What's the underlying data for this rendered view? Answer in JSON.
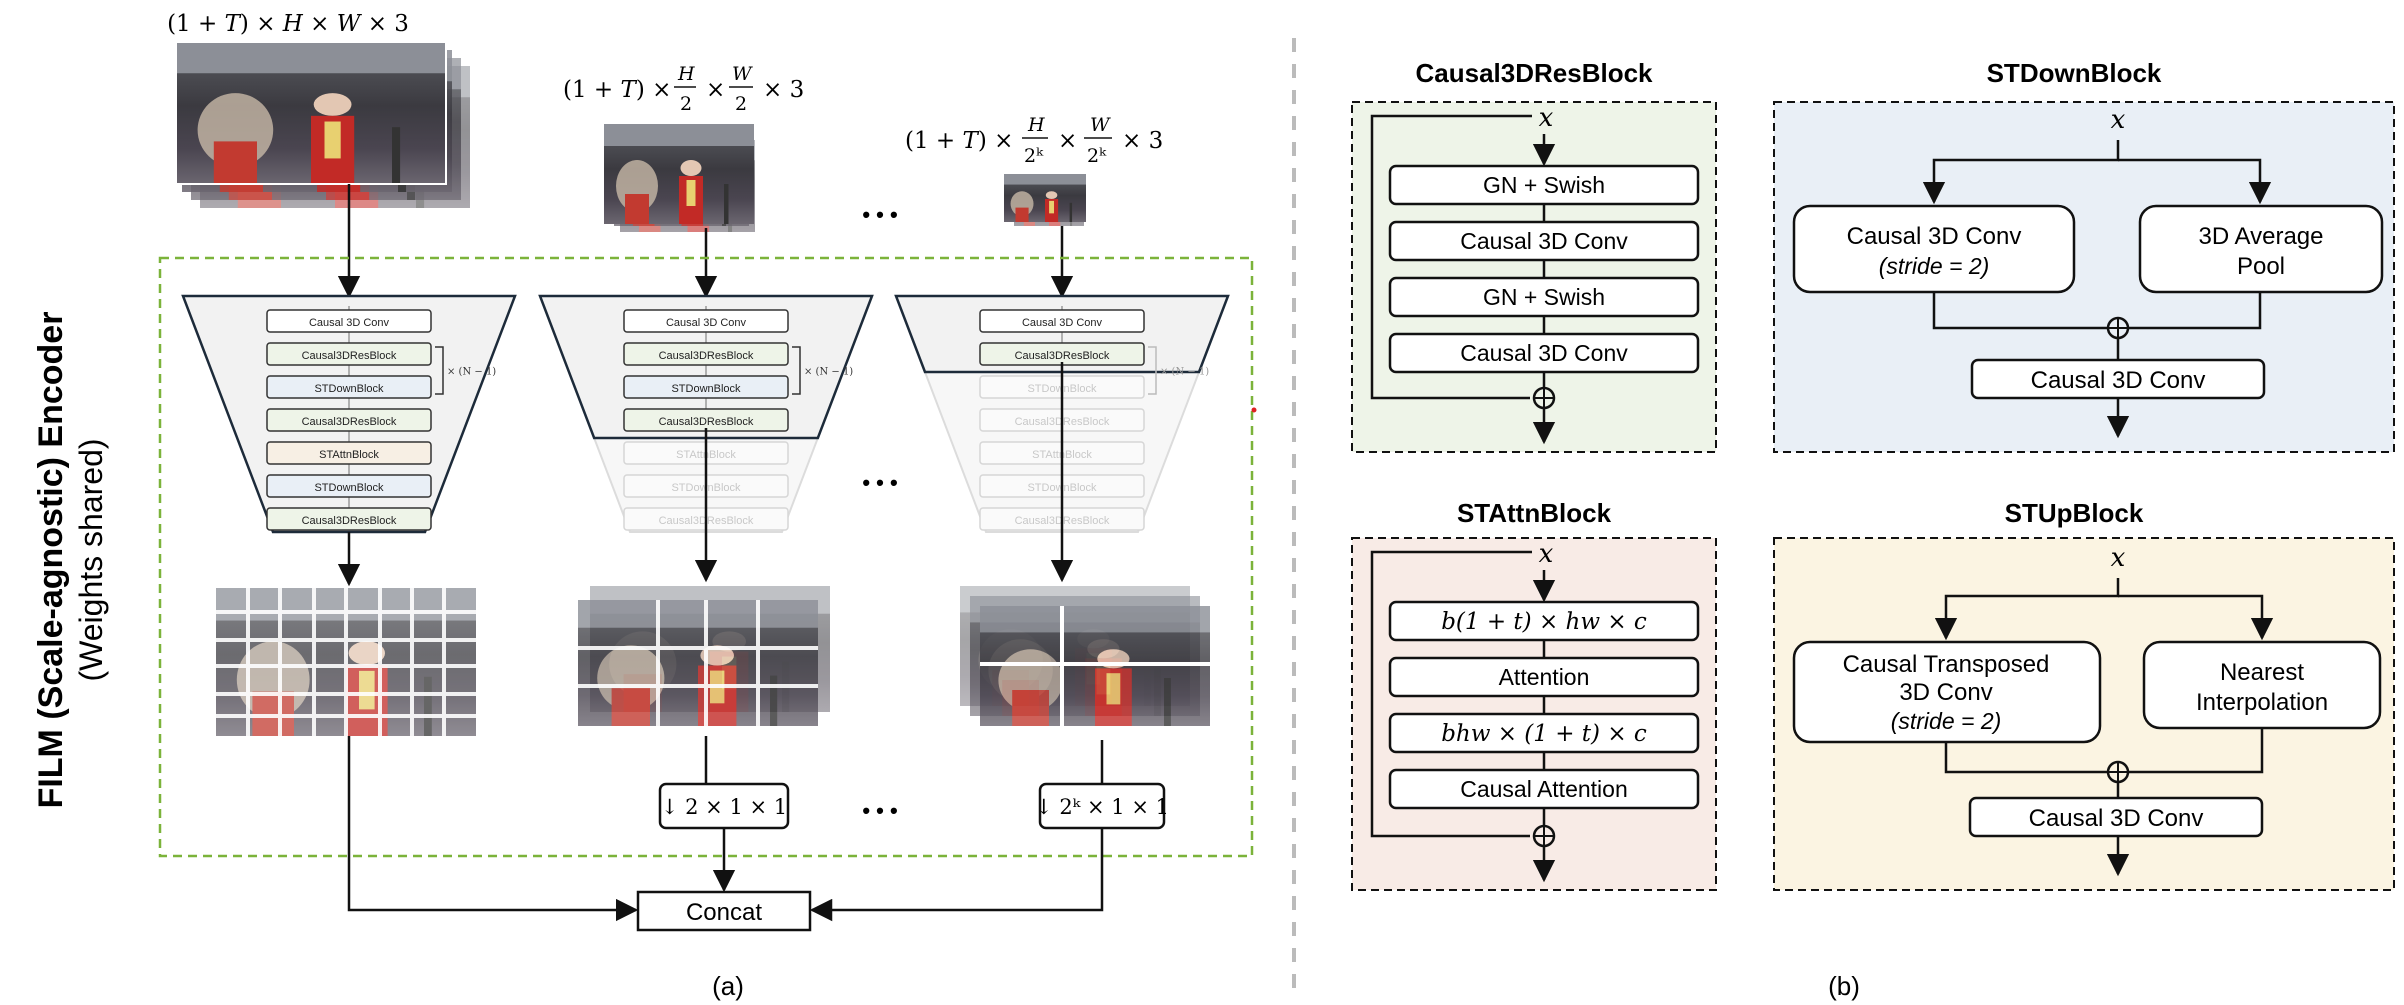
{
  "left_panel": {
    "vertical_title": "FILM (Scale-agnostic) Encoder",
    "vertical_subtitle": "(Weights shared)",
    "caption": "(a)",
    "ellipsis": "• • •",
    "scales": [
      {
        "dims_label": "(1 + T) × H × W × 3"
      },
      {
        "dims_label": "(1 + T) × H/2 × W/2 × 3"
      },
      {
        "dims_label": "(1 + T) × H/2ᵏ × W/2ᵏ × 3"
      }
    ],
    "encoder_blocks": [
      "Causal 3D Conv",
      "Causal3DResBlock",
      "STDownBlock",
      "Causal3DResBlock",
      "STAttnBlock",
      "STDownBlock",
      "Causal3DResBlock"
    ],
    "repeat_label": "× (N − 1)",
    "pool_labels": [
      "↓ 2 × 1 × 1",
      "↓ 2ᵏ × 1 × 1"
    ],
    "concat_label": "Concat"
  },
  "right_panel": {
    "caption": "(b)",
    "res_block": {
      "title": "Causal3DResBlock",
      "input": "x",
      "layers": [
        "GN + Swish",
        "Causal 3D Conv",
        "GN + Swish",
        "Causal 3D Conv"
      ],
      "sum_symbol": "⊕"
    },
    "down_block": {
      "title": "STDownBlock",
      "input": "x",
      "left_line1": "Causal 3D Conv",
      "left_line2": "(stride = 2)",
      "right_line1": "3D Average",
      "right_line2": "Pool",
      "output": "Causal 3D Conv"
    },
    "attn_block": {
      "title": "STAttnBlock",
      "input": "x",
      "layers": [
        "b(1 + t) × hw × c",
        "Attention",
        "bhw × (1 + t) × c",
        "Causal Attention"
      ]
    },
    "up_block": {
      "title": "STUpBlock",
      "input": "x",
      "left_line1": "Causal Transposed",
      "left_line2": "3D Conv",
      "left_line3": "(stride = 2)",
      "right_line1": "Nearest",
      "right_line2": "Interpolation",
      "output": "Causal 3D Conv"
    }
  },
  "colors": {
    "res_bg": "#eef4e8",
    "down_bg": "#e9eff6",
    "attn_bg": "#f8ebe6",
    "up_bg": "#fbf4e2",
    "encoder_frame": "#7bb33a",
    "trapezoid_fill": "#f2f2f2"
  }
}
